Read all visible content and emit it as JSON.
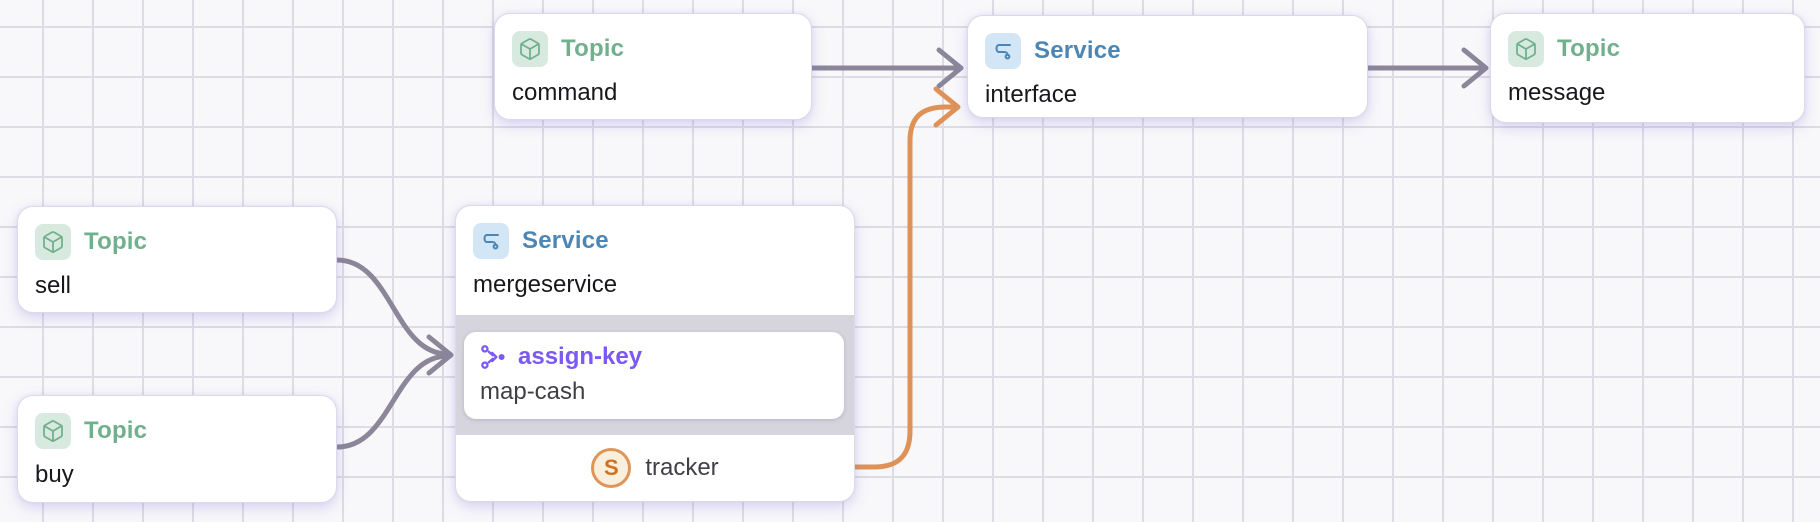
{
  "canvas": {
    "background": "#f8f8fa",
    "grid_line_color": "#dddce4"
  },
  "nodes": {
    "command": {
      "type_label": "Topic",
      "name": "command"
    },
    "interface": {
      "type_label": "Service",
      "name": "interface"
    },
    "message": {
      "type_label": "Topic",
      "name": "message"
    },
    "sell": {
      "type_label": "Topic",
      "name": "sell"
    },
    "buy": {
      "type_label": "Topic",
      "name": "buy"
    },
    "mergeservice": {
      "type_label": "Service",
      "name": "mergeservice",
      "processor": {
        "type_label": "assign-key",
        "name": "map-cash"
      },
      "sink": {
        "badge_letter": "S",
        "name": "tracker"
      }
    }
  },
  "edges": [
    {
      "from": "command",
      "to": "interface",
      "color": "#8b8699"
    },
    {
      "from": "interface",
      "to": "message",
      "color": "#8b8699"
    },
    {
      "from": "sell",
      "to": "mergeservice",
      "color": "#8b8699"
    },
    {
      "from": "buy",
      "to": "mergeservice",
      "color": "#8b8699"
    },
    {
      "from": "mergeservice.tracker",
      "to": "interface",
      "color": "#de9257"
    }
  ],
  "colors": {
    "topic_text": "#71b08d",
    "topic_icon_bg": "#d8eadf",
    "service_text": "#4c86b5",
    "service_icon_bg": "#d2e6f6",
    "processor_text": "#7c59f4",
    "node_name_text": "#18181c",
    "secondary_text": "#3f3f46",
    "edge_gray": "#8b8699",
    "edge_orange": "#de9257",
    "processor_band_bg": "#d6d4dd",
    "tracker_badge_bg": "#faeedd",
    "tracker_badge_border": "#df9557",
    "tracker_badge_letter": "#d2721f"
  }
}
